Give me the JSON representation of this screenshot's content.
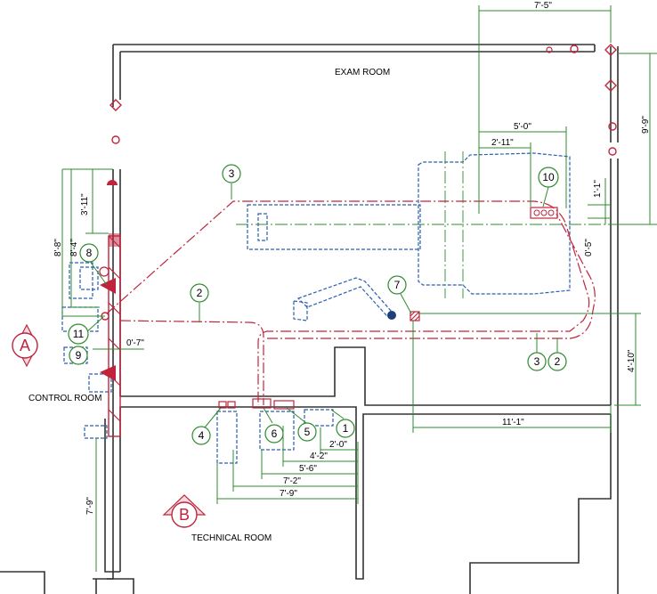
{
  "rooms": {
    "exam": "EXAM ROOM",
    "control": "CONTROL ROOM",
    "technical": "TECHNICAL ROOM"
  },
  "sections": [
    "A",
    "B"
  ],
  "callouts": [
    "1",
    "2",
    "3",
    "4",
    "5",
    "6",
    "7",
    "8",
    "9",
    "10",
    "11",
    "2",
    "3"
  ],
  "dimensions": {
    "top_width": "7'-5\"",
    "right_height": "9'-9\"",
    "d_5_0": "5'-0\"",
    "d_2_11": "2'-11\"",
    "d_1_1": "1'-1\"",
    "d_0_5": "0'-5\"",
    "d_3_11": "3'-11\"",
    "d_8_8": "8'-8\"",
    "d_8_4": "8'-4\"",
    "d_0_7": "0'-7\"",
    "d_4_10": "4'-10\"",
    "d_11_1": "11'-1\"",
    "d_2_0": "2'-0\"",
    "d_4_2": "4'-2\"",
    "d_5_6": "5'-6\"",
    "d_7_2": "7'-2\"",
    "d_7_9": "7'-9\"",
    "left_7_9": "7'-9\""
  },
  "colors": {
    "dimension": "#2e8b2e",
    "equipment": "#2a5fb0",
    "routing": "#c0243c",
    "wall": "#333333"
  }
}
